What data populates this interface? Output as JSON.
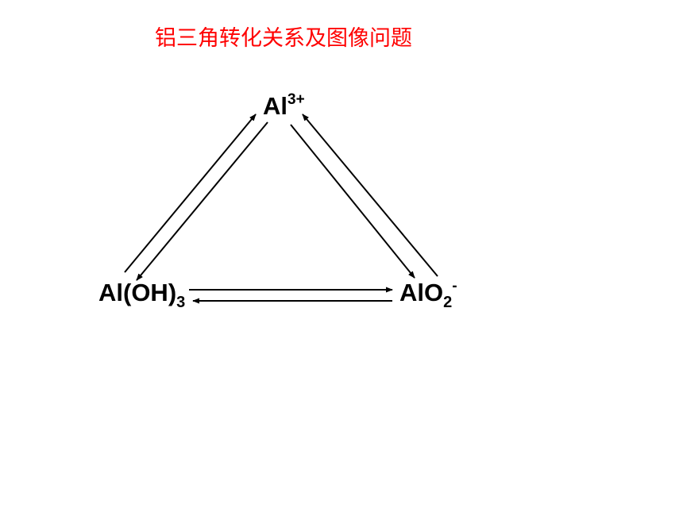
{
  "title": {
    "text": "铝三角转化关系及图像问题",
    "color": "#ff0000"
  },
  "diagram": {
    "nodes": {
      "top": {
        "base": "Al",
        "sup": "3+"
      },
      "left": {
        "base": "Al(OH)",
        "sub": "3"
      },
      "right": {
        "base": "AlO",
        "sub": "2",
        "sup": "-"
      }
    },
    "arrows": [
      {
        "from": "left",
        "to": "top"
      },
      {
        "from": "top",
        "to": "left"
      },
      {
        "from": "top",
        "to": "right"
      },
      {
        "from": "right",
        "to": "top"
      },
      {
        "from": "left",
        "to": "right"
      },
      {
        "from": "right",
        "to": "left"
      }
    ],
    "line_color": "#000000"
  }
}
